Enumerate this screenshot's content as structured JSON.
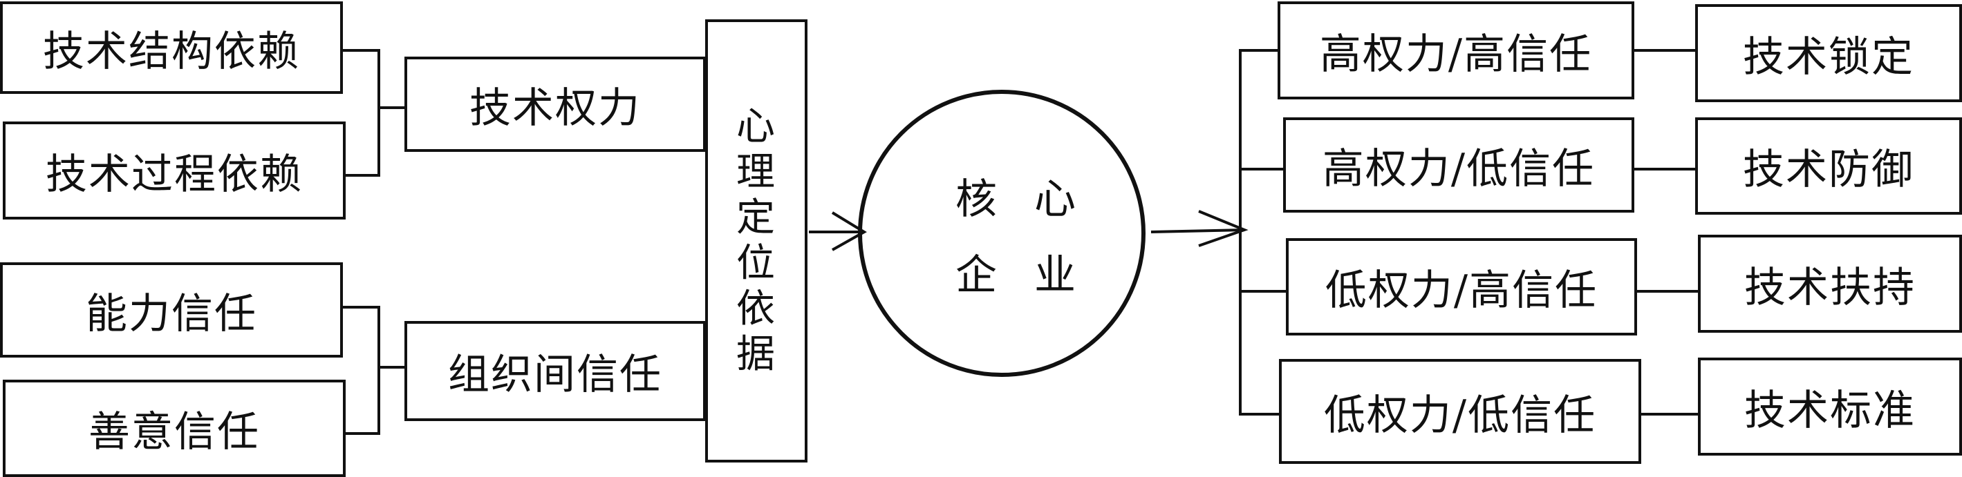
{
  "left_top": {
    "sub": [
      "技术结构依赖",
      "技术过程依赖"
    ],
    "main": "技术权力"
  },
  "left_bottom": {
    "sub": [
      "能力信任",
      "善意信任"
    ],
    "main": "组织间信任"
  },
  "basis": [
    "心",
    "理",
    "定",
    "位",
    "依",
    "据"
  ],
  "core": {
    "line1": [
      "核",
      "心"
    ],
    "line2": [
      "企",
      "业"
    ]
  },
  "outcomes": [
    {
      "condition": "高权力/高信任",
      "result": "技术锁定"
    },
    {
      "condition": "高权力/低信任",
      "result": "技术防御"
    },
    {
      "condition": "低权力/高信任",
      "result": "技术扶持"
    },
    {
      "condition": "低权力/低信任",
      "result": "技术标准"
    }
  ]
}
